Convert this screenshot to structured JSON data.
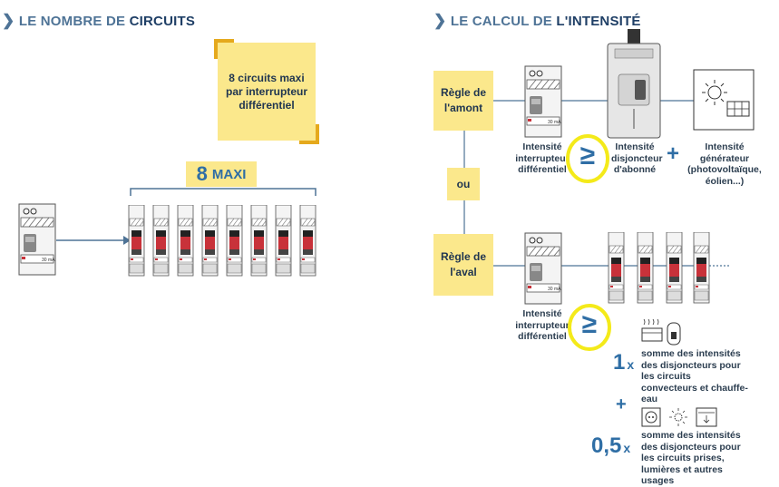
{
  "left": {
    "title_pre": "LE NOMBRE DE",
    "title_bold": "CIRCUITS",
    "note": "8 circuits maxi par interrupteur différentiel",
    "max_number": "8",
    "max_word": "MAXI",
    "rcd_rating": "30 mA"
  },
  "right": {
    "title_pre": "LE CALCUL DE",
    "title_bold": "L'INTENSITÉ",
    "rule_amont": "Règle de l'amont",
    "rule_or": "ou",
    "rule_aval": "Règle de l'aval",
    "label_rcd_1": "Intensité interrupteur différentiel",
    "label_subscriber": "Intensité disjoncteur d'abonné",
    "label_generator": "Intensité générateur (photovoltaïque, éolien...)",
    "label_rcd_2": "Intensité interrupteur différentiel",
    "geq": "≥",
    "plus": "+",
    "factor_1": "1",
    "factor_1_x": "x",
    "text_1": "somme des intensités des disjoncteurs pour les circuits convecteurs et chauffe-eau",
    "factor_2": "0,5",
    "factor_2_x": "x",
    "text_2": "somme des intensités des disjoncteurs pour les circuits prises, lumières et autres usages",
    "rcd_rating": "30 mA"
  },
  "colors": {
    "yellow": "#fbe88c",
    "highlight": "#f4ea1a",
    "blue_dark": "#1f3f66",
    "blue_mid": "#2f6ea5",
    "red": "#c8323a"
  }
}
